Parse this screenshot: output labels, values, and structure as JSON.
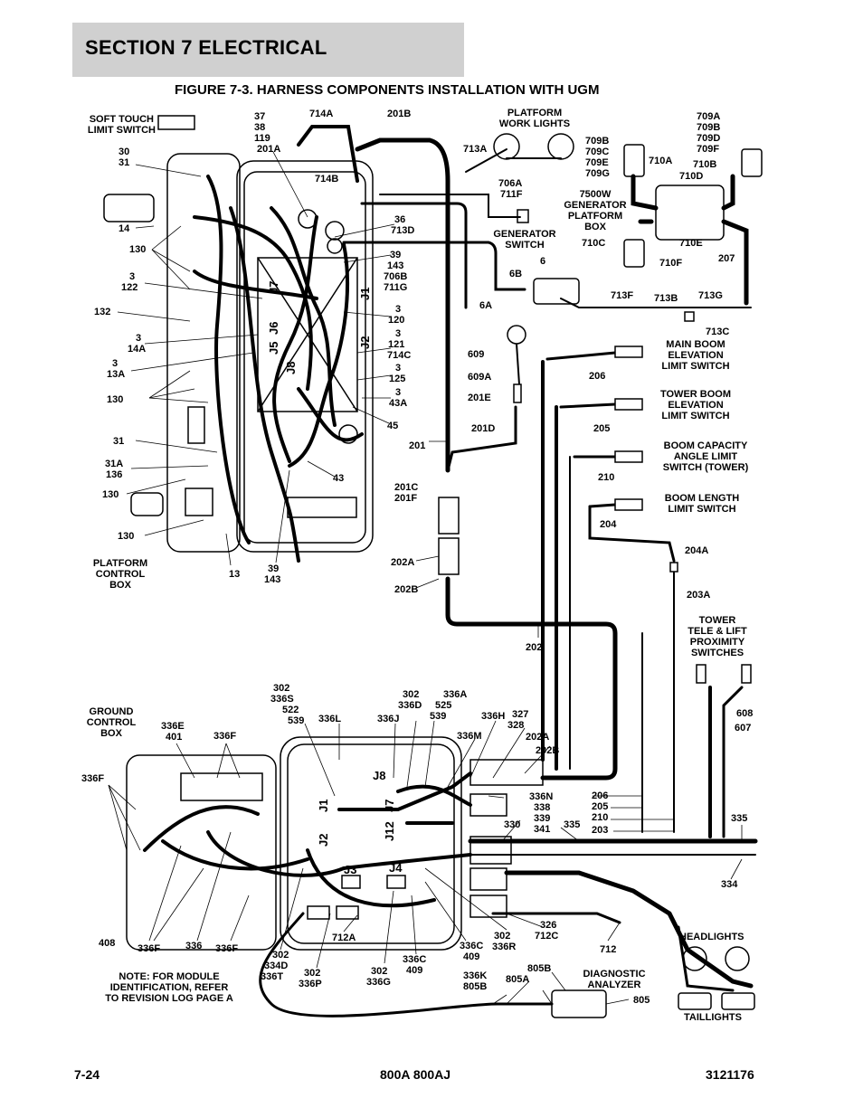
{
  "header": {
    "section": "SECTION 7   ELECTRICAL",
    "figure_title": "FIGURE 7-3. HARNESS COMPONENTS INSTALLATION WITH UGM"
  },
  "footer": {
    "page": "7-24",
    "model": "800A 800AJ",
    "doc_number": "3121176"
  },
  "labels": {
    "soft_touch": [
      "SOFT TOUCH",
      "LIMIT SWITCH"
    ],
    "platform_control_box": [
      "PLATFORM",
      "CONTROL",
      "BOX"
    ],
    "platform_work_lights": [
      "PLATFORM",
      "WORK LIGHTS"
    ],
    "generator_switch": [
      "GENERATOR",
      "SWITCH"
    ],
    "generator_box": [
      "7500W",
      "GENERATOR",
      "PLATFORM",
      "BOX"
    ],
    "main_boom": [
      "MAIN BOOM",
      "ELEVATION",
      "LIMIT SWITCH"
    ],
    "tower_boom": [
      "TOWER BOOM",
      "ELEVATION",
      "LIMIT SWITCH"
    ],
    "boom_capacity": [
      "BOOM CAPACITY",
      "ANGLE LIMIT",
      "SWITCH (TOWER)"
    ],
    "boom_length": [
      "BOOM LENGTH",
      "LIMIT SWITCH"
    ],
    "tower_prox": [
      "TOWER",
      "TELE & LIFT",
      "PROXIMITY",
      "SWITCHES"
    ],
    "ground_control_box": [
      "GROUND",
      "CONTROL",
      "BOX"
    ],
    "note": [
      "NOTE: FOR MODULE",
      "IDENTIFICATION, REFER",
      "TO REVISION LOG PAGE A"
    ],
    "diagnostic_analyzer": [
      "DIAGNOSTIC",
      "ANALYZER"
    ],
    "headlights": "HEADLIGHTS",
    "taillights": "TAILLIGHTS"
  },
  "callouts": {
    "c_37": [
      "37",
      "38",
      "119",
      "201A"
    ],
    "c_714a": "714A",
    "c_201b": "201B",
    "c_3031": [
      "30",
      "31"
    ],
    "c_714b": "714B",
    "c_713a": "713A",
    "c_706a": [
      "706A",
      "711F"
    ],
    "c_14": "14",
    "c_36": [
      "36",
      "713D"
    ],
    "c_130a": "130",
    "c_3_122": [
      "3",
      "122"
    ],
    "c_39_143": [
      "39",
      "143",
      "706B",
      "711G"
    ],
    "c_132": "132",
    "c_3_120": [
      "3",
      "120"
    ],
    "c_3_14a": [
      "3",
      "14A"
    ],
    "c_3_121": [
      "3",
      "121",
      "714C"
    ],
    "c_3_13a": [
      "3",
      "13A"
    ],
    "c_3_125": [
      "3",
      "125"
    ],
    "c_130b": "130",
    "c_3_43a": [
      "3",
      "43A"
    ],
    "c_45": "45",
    "c_31": "31",
    "c_31a": [
      "31A",
      "136"
    ],
    "c_43": "43",
    "c_130c": "130",
    "c_130d": "130",
    "c_13": "13",
    "c_39_143b": [
      "39",
      "143"
    ],
    "c_709b": [
      "709B",
      "709C",
      "709E",
      "709G"
    ],
    "c_709a": [
      "709A",
      "709B",
      "709D",
      "709F"
    ],
    "c_710a": "710A",
    "c_710b": "710B",
    "c_710d": "710D",
    "c_710c": "710C",
    "c_710e": "710E",
    "c_710f": "710F",
    "c_207": "207",
    "c_6": "6",
    "c_6b": "6B",
    "c_6a": "6A",
    "c_713f": "713F",
    "c_713b": "713B",
    "c_713g": "713G",
    "c_713c": "713C",
    "c_609": "609",
    "c_609a": "609A",
    "c_201e": "201E",
    "c_201d": "201D",
    "c_201": "201",
    "c_206": "206",
    "c_205": "205",
    "c_210": "210",
    "c_204": "204",
    "c_201c": [
      "201C",
      "201F"
    ],
    "c_202a": "202A",
    "c_202b": "202B",
    "c_204a": "204A",
    "c_203a": "203A",
    "c_202": "202",
    "c_302_336s": [
      "302",
      "336S",
      "522",
      "539"
    ],
    "c_302_336d": [
      "302",
      "336D",
      "525",
      "539"
    ],
    "c_336a": "336A",
    "c_336l": "336L",
    "c_336j": "336J",
    "c_336h": "336H",
    "c_327": [
      "327",
      "328"
    ],
    "c_336m": "336M",
    "c_202a2": "202A",
    "c_202b2": "202B",
    "c_336e": [
      "336E",
      "401"
    ],
    "c_336f_top": "336F",
    "c_336f_left": "336F",
    "c_608": "608",
    "c_607": "607",
    "c_336n": "336N",
    "c_338": [
      "338",
      "339",
      "341"
    ],
    "c_330": "330",
    "c_335a": "335",
    "c_206b": "206",
    "c_205b": "205",
    "c_210b": "210",
    "c_203": "203",
    "c_335b": "335",
    "c_334": "334",
    "c_408": "408",
    "c_336f_b1": "336F",
    "c_336": "336",
    "c_336f_b2": "336F",
    "c_302_334d": [
      "302",
      "334D",
      "336T"
    ],
    "c_302_336p": [
      "302",
      "336P"
    ],
    "c_712a": "712A",
    "c_302_336g": [
      "302",
      "336G"
    ],
    "c_336c_409": [
      "336C",
      "409"
    ],
    "c_336c_409b": [
      "336C",
      "409"
    ],
    "c_302_336r": [
      "302",
      "336R"
    ],
    "c_326": [
      "326",
      "712C"
    ],
    "c_712": "712",
    "c_336k": [
      "336K",
      "805B"
    ],
    "c_805a": "805A",
    "c_805b": "805B",
    "c_805": "805"
  },
  "connectors": {
    "j7_top": "J7",
    "j6_top": "J6",
    "j5_top": "J5",
    "j8_top": "J8",
    "j1_top": "J1",
    "j2_top": "J2",
    "j8_bot": "J8",
    "j1_bot": "J1",
    "j2_bot": "J2",
    "j7_bot": "J7",
    "j12_bot": "J12",
    "j3_bot": "J3",
    "j4_bot": "J4"
  }
}
